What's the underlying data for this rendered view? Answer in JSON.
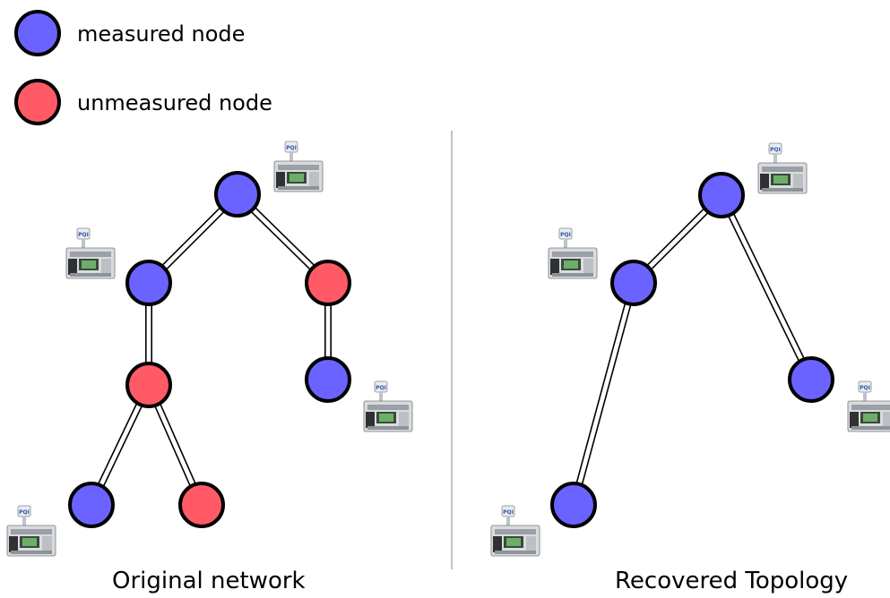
{
  "legend": {
    "measured_label": "measured node",
    "unmeasured_label": "unmeasured node"
  },
  "colors": {
    "measured": "#6b63ff",
    "unmeasured": "#ff5a66",
    "outline": "#000000",
    "divider": "#9a9a9a"
  },
  "original": {
    "caption": "Original network",
    "nodes": [
      {
        "id": "root",
        "type": "measured",
        "device": true
      },
      {
        "id": "left",
        "type": "measured",
        "device": true
      },
      {
        "id": "right",
        "type": "unmeasured",
        "device": false
      },
      {
        "id": "mid",
        "type": "unmeasured",
        "device": false
      },
      {
        "id": "right-leaf",
        "type": "measured",
        "device": true
      },
      {
        "id": "bottom-left",
        "type": "measured",
        "device": true
      },
      {
        "id": "bottom-right",
        "type": "unmeasured",
        "device": false
      }
    ],
    "edges": [
      [
        "root",
        "left"
      ],
      [
        "root",
        "right"
      ],
      [
        "left",
        "mid"
      ],
      [
        "right",
        "right-leaf"
      ],
      [
        "mid",
        "bottom-left"
      ],
      [
        "mid",
        "bottom-right"
      ]
    ]
  },
  "recovered": {
    "caption": "Recovered Topology",
    "nodes": [
      {
        "id": "root",
        "type": "measured",
        "device": true
      },
      {
        "id": "left",
        "type": "measured",
        "device": true
      },
      {
        "id": "right-leaf",
        "type": "measured",
        "device": true
      },
      {
        "id": "bottom-left",
        "type": "measured",
        "device": true
      }
    ],
    "edges": [
      [
        "root",
        "left"
      ],
      [
        "root",
        "right-leaf"
      ],
      [
        "left",
        "bottom-left"
      ]
    ]
  }
}
